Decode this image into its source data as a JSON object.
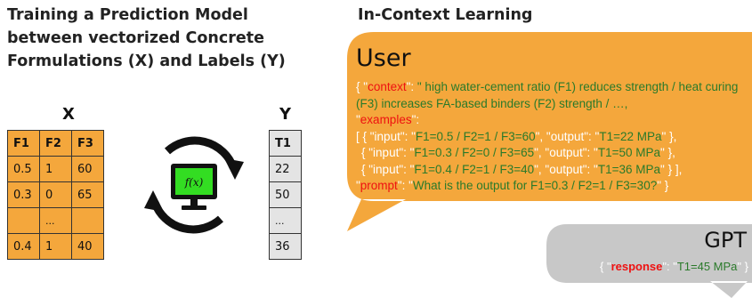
{
  "left_panel": {
    "title_lines": [
      "Training a Prediction Model",
      "between vectorized Concrete",
      "Formulations (X) and Labels (Y)"
    ],
    "x_label": "X",
    "y_label": "Y",
    "x_table": {
      "headers": [
        "F1",
        "F2",
        "F3"
      ],
      "rows": [
        [
          "0.5",
          "1",
          "60"
        ],
        [
          "0.3",
          "0",
          "65"
        ],
        [
          "",
          "...",
          ""
        ],
        [
          "0.4",
          "1",
          "40"
        ]
      ]
    },
    "y_table": {
      "header": "T1",
      "rows": [
        "22",
        "50",
        "...",
        "36"
      ]
    },
    "model_label": "f(x)",
    "colors": {
      "x_fill": "#F4A73C",
      "y_fill": "#e4e4e4",
      "monitor_screen": "#33dd22"
    }
  },
  "right_panel": {
    "title": "In-Context Learning",
    "user_bubble": {
      "speaker": "User",
      "color": "#F4A73C",
      "context_key": "context",
      "context_value": "\" high water-cement ratio (F1) reduces strength / heat curing (F3) increases FA-based binders (F2) strength / …,",
      "examples_key": "examples",
      "examples": [
        {
          "input": "F1=0.5 / F2=1 / F3=60",
          "output": "T1=22 MPa"
        },
        {
          "input": "F1=0.3 / F2=0 / F3=65",
          "output": "T1=50 MPa"
        },
        {
          "input": "F1=0.4 / F2=1 / F3=40",
          "output": "T1=36 MPa"
        }
      ],
      "prompt_key": "prompt",
      "prompt_value": "What is the output for F1=0.3 / F2=1 / F3=30?"
    },
    "gpt_bubble": {
      "speaker": "GPT",
      "color": "#c8c8c8",
      "response_key": "response",
      "response_value": "T1=45 MPa"
    }
  }
}
